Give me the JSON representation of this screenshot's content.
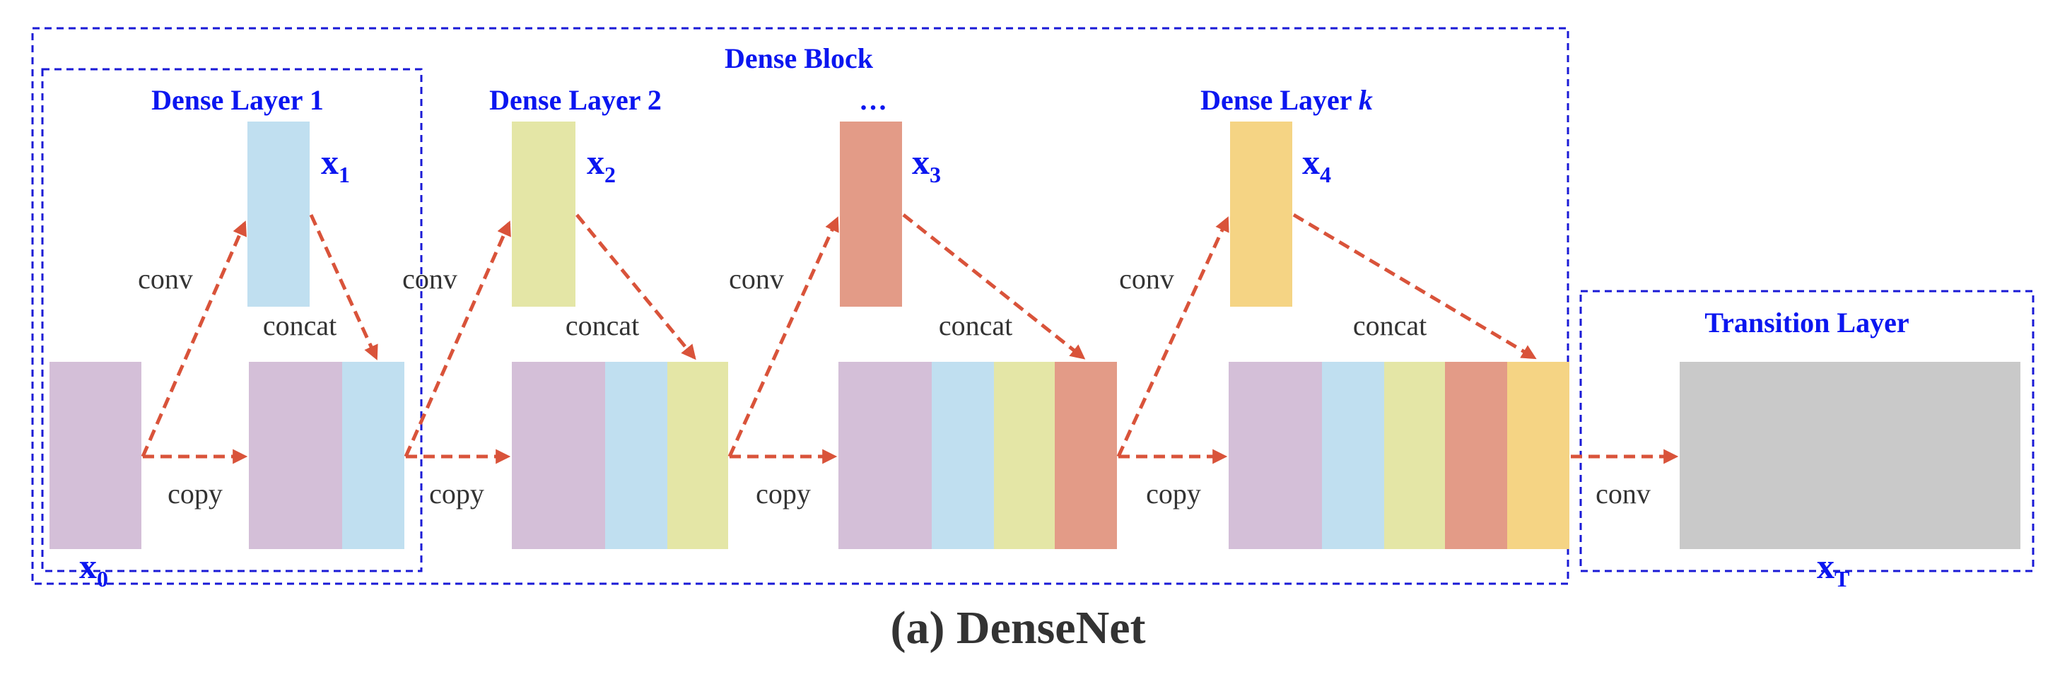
{
  "colors": {
    "x0": "#d4bfd8",
    "x1": "#c0dff0",
    "x2": "#e4e6a6",
    "x3": "#e39b87",
    "x4": "#f5d484",
    "xT": "#c9c9c9",
    "frame": "#1a1ad6",
    "arrow": "#d9533a",
    "label_blue": "#0b16f0",
    "text_dark": "#333333"
  },
  "labels": {
    "dense_block": "Dense Block",
    "dense_layer_1": "Dense Layer 1",
    "dense_layer_2": "Dense Layer 2",
    "ellipsis": "…",
    "dense_layer_k_prefix": "Dense Layer ",
    "dense_layer_k_var": "k",
    "transition_layer": "Transition Layer",
    "caption": "(a) DenseNet"
  },
  "variables": {
    "x0": {
      "base": "x",
      "sub": "0"
    },
    "x1": {
      "base": "x",
      "sub": "1"
    },
    "x2": {
      "base": "x",
      "sub": "2"
    },
    "x3": {
      "base": "x",
      "sub": "3"
    },
    "x4": {
      "base": "x",
      "sub": "4"
    },
    "xT": {
      "base": "x",
      "sub": "T"
    }
  },
  "operations": {
    "conv": "conv",
    "concat": "concat",
    "copy": "copy"
  }
}
